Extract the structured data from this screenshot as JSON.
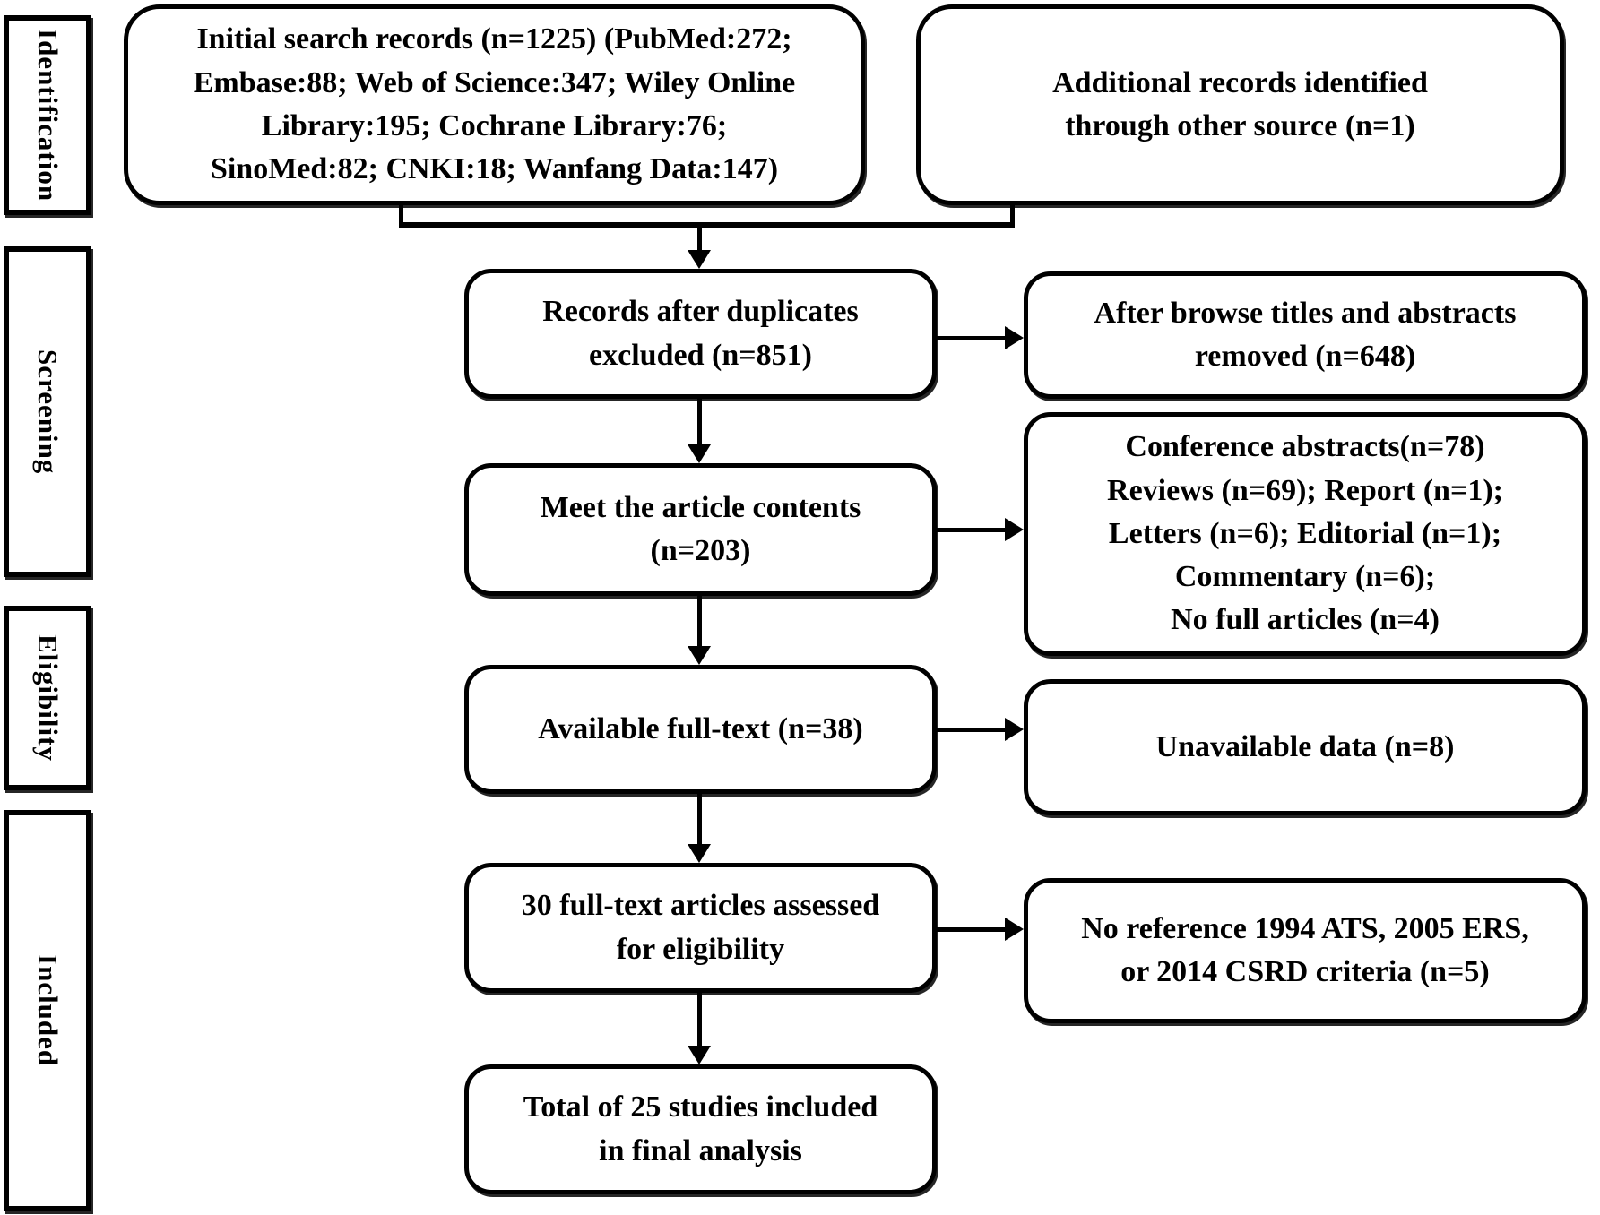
{
  "figure": {
    "type": "prisma-flow-diagram",
    "stages": [
      {
        "label": "Identification"
      },
      {
        "label": "Screening"
      },
      {
        "label": "Eligibility"
      },
      {
        "label": "Included"
      }
    ],
    "boxes": {
      "initial_search": "Initial search records (n=1225) (PubMed:272;\nEmbase:88; Web of Science:347; Wiley Online\nLibrary:195; Cochrane Library:76;\nSinoMed:82; CNKI:18; Wanfang Data:147)",
      "additional_records": "Additional records identified\nthrough other source (n=1)",
      "records_after_duplicates": "Records after duplicates\nexcluded (n=851)",
      "after_browse_removed": "After browse titles and abstracts\nremoved (n=648)",
      "meet_article_contents": "Meet the article contents\n(n=203)",
      "excluded_reasons": "Conference abstracts(n=78)\nReviews (n=69); Report (n=1);\nLetters (n=6); Editorial (n=1);\nCommentary (n=6);\nNo full articles (n=4)",
      "available_fulltext": "Available full-text (n=38)",
      "unavailable_data": "Unavailable data (n=8)",
      "fulltext_assessed": "30 full-text articles assessed\nfor eligibility",
      "no_reference_criteria": "No reference 1994 ATS, 2005 ERS,\nor 2014 CSRD criteria (n=5)",
      "total_included": "Total of 25 studies included\nin final analysis"
    },
    "counts": {
      "initial_search_total": 1225,
      "sources": {
        "PubMed": 272,
        "Embase": 88,
        "Web of Science": 347,
        "Wiley Online Library": 195,
        "Cochrane Library": 76,
        "SinoMed": 82,
        "CNKI": 18,
        "Wanfang Data": 147
      },
      "additional_records": 1,
      "records_after_duplicates_excluded": 851,
      "titles_abstracts_removed": 648,
      "meet_article_contents": 203,
      "excluded": {
        "conference_abstracts": 78,
        "reviews": 69,
        "report": 1,
        "letters": 6,
        "editorial": 1,
        "commentary": 6,
        "no_full_articles": 4
      },
      "available_fulltext": 38,
      "unavailable_data": 8,
      "fulltext_assessed": 30,
      "no_reference_criteria": 5,
      "total_included": 25
    },
    "edges": [
      {
        "from": "initial_search",
        "to": "records_after_duplicates"
      },
      {
        "from": "additional_records",
        "to": "records_after_duplicates"
      },
      {
        "from": "records_after_duplicates",
        "to": "after_browse_removed"
      },
      {
        "from": "records_after_duplicates",
        "to": "meet_article_contents"
      },
      {
        "from": "meet_article_contents",
        "to": "excluded_reasons"
      },
      {
        "from": "meet_article_contents",
        "to": "available_fulltext"
      },
      {
        "from": "available_fulltext",
        "to": "unavailable_data"
      },
      {
        "from": "available_fulltext",
        "to": "fulltext_assessed"
      },
      {
        "from": "fulltext_assessed",
        "to": "no_reference_criteria"
      },
      {
        "from": "fulltext_assessed",
        "to": "total_included"
      }
    ]
  },
  "colors": {
    "ink": "#000000",
    "background": "#ffffff"
  }
}
